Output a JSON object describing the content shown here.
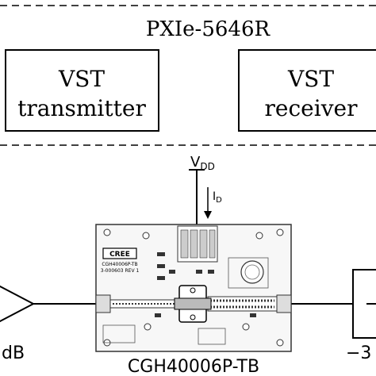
{
  "top_title": "PXIe-5646R",
  "blocks": {
    "transmitter": {
      "line1": "VST",
      "line2": "transmitter"
    },
    "receiver": {
      "line1": "VST",
      "line2": "receiver"
    }
  },
  "supply": {
    "label": "V",
    "subscript": "DD"
  },
  "current": {
    "label": "I",
    "subscript": "D"
  },
  "board": {
    "caption": "CGH40006P-TB",
    "logo_text": "CREE",
    "silkscreen_line1": "CGH40006P-TB",
    "silkscreen_line2": "3-000603 REV 1"
  },
  "left_label": "dB",
  "right_label": "−3"
}
